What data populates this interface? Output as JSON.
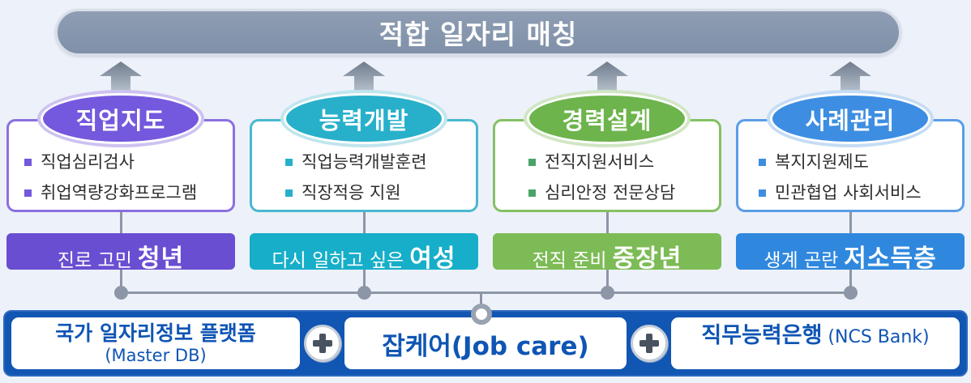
{
  "header": {
    "title": "적합 일자리 매칭"
  },
  "columns": [
    {
      "badge": "직업지도",
      "accent_color": "#7458dd",
      "items": [
        "직업심리검사",
        "취업역량강화프로그램"
      ],
      "target": {
        "prefix": "진로 고민",
        "emphasis": "청년"
      }
    },
    {
      "badge": "능력개발",
      "accent_color": "#28b0cb",
      "items": [
        "직업능력개발훈련",
        "직장적응 지원"
      ],
      "target": {
        "prefix": "다시 일하고 싶은",
        "emphasis": "여성"
      }
    },
    {
      "badge": "경력설계",
      "accent_color": "#6db44c",
      "items": [
        "전직지원서비스",
        "심리안정 전문상담"
      ],
      "target": {
        "prefix": "전직 준비",
        "emphasis": "중장년"
      }
    },
    {
      "badge": "사례관리",
      "accent_color": "#3d8ee2",
      "items": [
        "복지지원제도",
        "민관협업 사회서비스"
      ],
      "target": {
        "prefix": "생계 곤란",
        "emphasis": "저소득층"
      }
    }
  ],
  "bottom_bar": {
    "background_color": "#1156b2",
    "left_box": {
      "title": "국가 일자리정보 플랫폼",
      "subtitle": "(Master DB)"
    },
    "center_box": {
      "title": "잡케어(Job care)"
    },
    "right_box": {
      "title": "직무능력은행",
      "subtitle": "(NCS Bank)"
    }
  },
  "icons": {
    "plus": "+",
    "arrow_up": "▲"
  },
  "colors": {
    "background": "#edf1f9",
    "top_bar": "#8494ab",
    "connector": "#8c96a6",
    "purple": "#7458dd",
    "teal": "#28b0cb",
    "green": "#6db44c",
    "blue": "#3d8ee2",
    "bottom_bar": "#1156b2"
  }
}
